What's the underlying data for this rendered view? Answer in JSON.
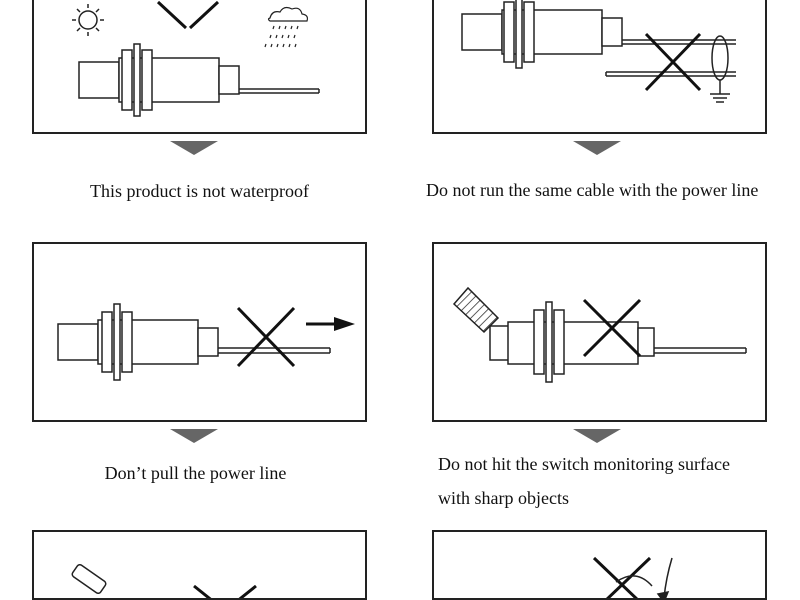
{
  "captions": {
    "waterproof": "This product is not waterproof",
    "cable": "Do not run the same cable with the power line",
    "pull": "Don’t pull the power line",
    "hit_line1": "Do not hit the switch monitoring surface",
    "hit_line2": "with sharp objects"
  },
  "icons": {
    "panel1": [
      "sun-icon",
      "cross-icon",
      "rain-cloud-icon",
      "sensor-icon"
    ],
    "panel2": [
      "sensor-icon",
      "cross-icon",
      "ground-icon"
    ],
    "panel3": [
      "sensor-icon",
      "cross-icon",
      "right-arrow-icon"
    ],
    "panel4": [
      "hatched-object-icon",
      "sensor-icon",
      "cross-icon"
    ],
    "panel5": [
      "hammer-icon",
      "cross-icon"
    ],
    "panel6": [
      "cross-icon",
      "swing-arrow-icon"
    ]
  },
  "colors": {
    "line": "#222222",
    "arrow": "#666666",
    "background": "#ffffff"
  }
}
